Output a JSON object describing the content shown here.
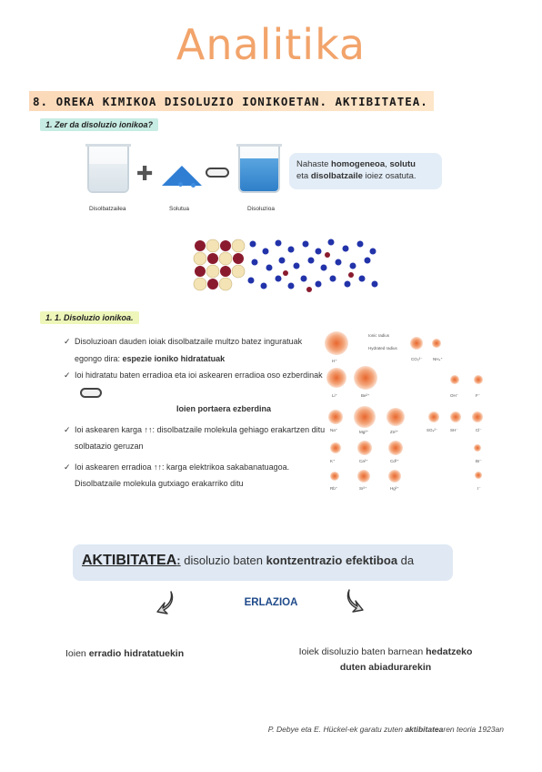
{
  "title": "Analitika",
  "section": "8. OREKA KIMIKOA DISOLUZIO IONIKOETAN. AKTIBITATEA.",
  "sub1": "1. Zer da disoluzio ionikoa?",
  "beakers": {
    "solvent_label": "Disolbatzailea",
    "solute_label": "Solutua",
    "solution_label": "Disoluzioa"
  },
  "callout": {
    "part1": "Nahaste ",
    "bold1": "homogeneoa",
    "part2": ", ",
    "bold2": "solutu",
    "part3": " eta ",
    "bold3": "disolbatzaile",
    "part4": " ioiez osatuta."
  },
  "sub2": "1. 1. Disoluzio ionikoa.",
  "bullets": {
    "b1_text": "Disoluzioan dauden ioiak disolbatzaile multzo batez inguratuak egongo dira: ",
    "b1_bold": "espezie ioniko hidratatuak",
    "b2_text": "Ioi hidratatu baten erradioa eta ioi askearen erradioa oso ezberdinak",
    "b2_bold": "Ioien portaera ezberdina",
    "b3_text": "Ioi askearen karga ↑↑: disolbatzaile molekula gehiago erakartzen ditu solbatazio geruzan",
    "b4_text": "Ioi askearen erradioa ↑↑: karga elektrikoa sakabanatuagoa. Disolbatzaile molekula gutxiago erakarriko ditu"
  },
  "ion_chart": {
    "legend_ionic": "Ionic radius",
    "legend_hydrated": "Hydrated radius",
    "ions": [
      {
        "label": "H⁺"
      },
      {
        "label": "CO₃²⁻"
      },
      {
        "label": "NH₄⁺"
      },
      {
        "label": "Li⁺"
      },
      {
        "label": "Be²⁺"
      },
      {
        "label": "OH⁻"
      },
      {
        "label": "F⁻"
      },
      {
        "label": "Na⁺"
      },
      {
        "label": "Mg²⁺"
      },
      {
        "label": "Zn²⁺"
      },
      {
        "label": "SO₄²⁻"
      },
      {
        "label": "SH⁻"
      },
      {
        "label": "Cl⁻"
      },
      {
        "label": "K⁺"
      },
      {
        "label": "Ca²⁺"
      },
      {
        "label": "Cd²⁺"
      },
      {
        "label": "Br⁻"
      },
      {
        "label": "Rb⁺"
      },
      {
        "label": "Sr²⁺"
      },
      {
        "label": "Hg²⁺"
      },
      {
        "label": "I⁻"
      }
    ]
  },
  "aktibitatea": {
    "key": "AKTIBITATEA",
    "colon": ":",
    "text1": " disoluzio baten ",
    "bold": "kontzentrazio efektiboa",
    "text2": " da"
  },
  "erlazioa": "ERLAZIOA",
  "left_col": {
    "text": "Ioien ",
    "bold": "erradio hidratatuekin"
  },
  "right_col": {
    "text": "Ioiek disoluzio baten barnean ",
    "bold1": "hedatzeko",
    "bold2": "duten abiadurarekin"
  },
  "footer": {
    "text1": "P. Debye eta E. Hückel-ek garatu zuten ",
    "bold": "aktibitatea",
    "text2": "ren teoria 1923an"
  },
  "colors": {
    "title": "#f2a46b",
    "accent_blue": "#1f4a8a",
    "ion_orange": "#e8672e"
  }
}
